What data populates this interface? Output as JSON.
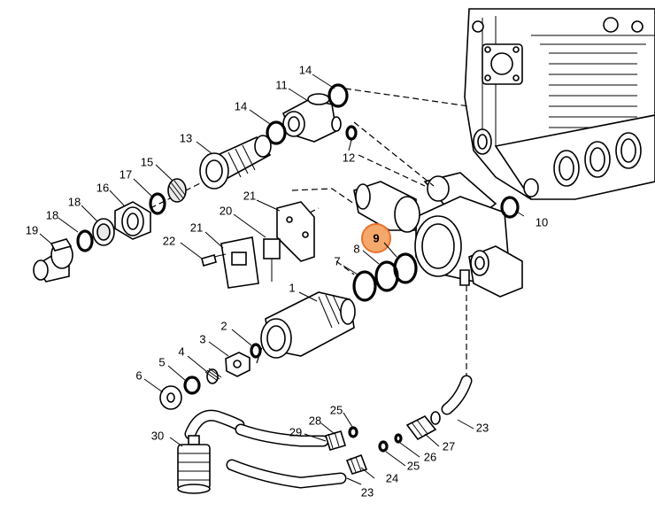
{
  "labels": {
    "l1": "1",
    "l2": "2",
    "l3": "3",
    "l4": "4",
    "l5": "5",
    "l6": "6",
    "l7": "7",
    "l8": "8",
    "l9": "9",
    "l10": "10",
    "l11": "11",
    "l12": "12",
    "l13": "13",
    "l14a": "14",
    "l14b": "14",
    "l15": "15",
    "l16": "16",
    "l17": "17",
    "l18a": "18",
    "l18b": "18",
    "l19": "19",
    "l20": "20",
    "l21a": "21",
    "l21b": "21",
    "l22": "22",
    "l23a": "23",
    "l23b": "23",
    "l24": "24",
    "l25a": "25",
    "l25b": "25",
    "l26": "26",
    "l27": "27",
    "l28": "28",
    "l29": "29",
    "l30": "30"
  },
  "highlight": {
    "part": "9",
    "color": "#f5a86c",
    "stroke": "#e8722a"
  }
}
